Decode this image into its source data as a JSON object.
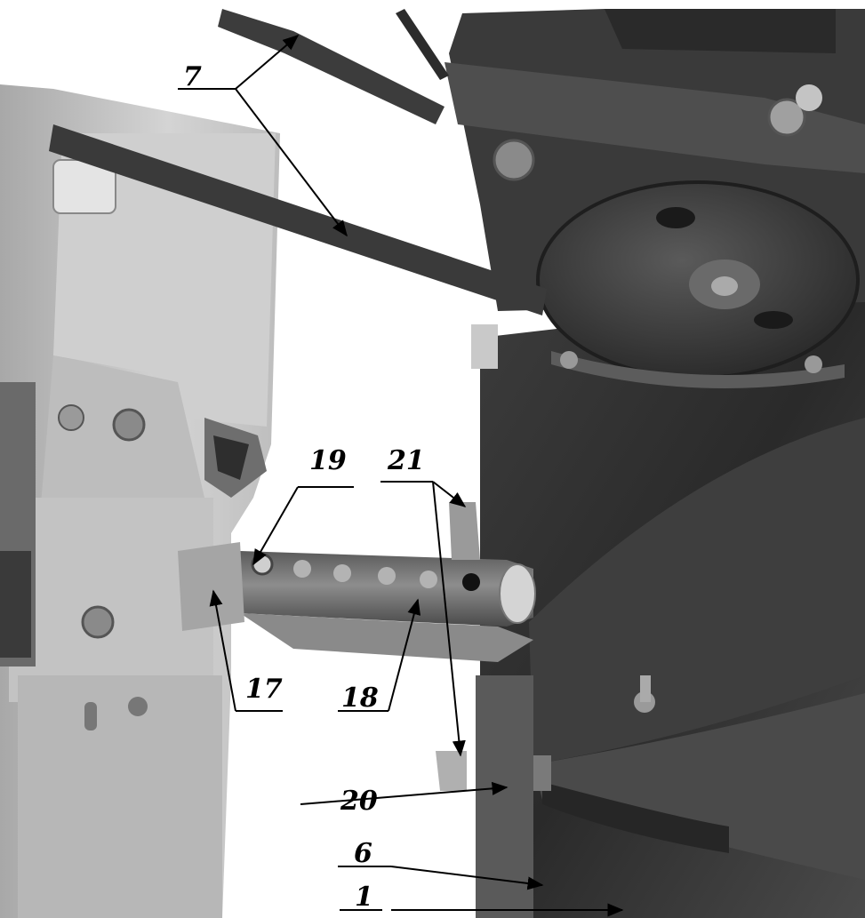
{
  "callouts": {
    "c1": "1",
    "c6": "6",
    "c7": "7",
    "c17": "17",
    "c18": "18",
    "c19": "19",
    "c20": "20",
    "c21": "21"
  },
  "colors": {
    "background": "#ffffff",
    "frame_light": "#c9c9c9",
    "frame_mid": "#9c9c9c",
    "body_dark": "#2e2e2e",
    "metal_gray": "#777777",
    "ink": "#000000"
  }
}
